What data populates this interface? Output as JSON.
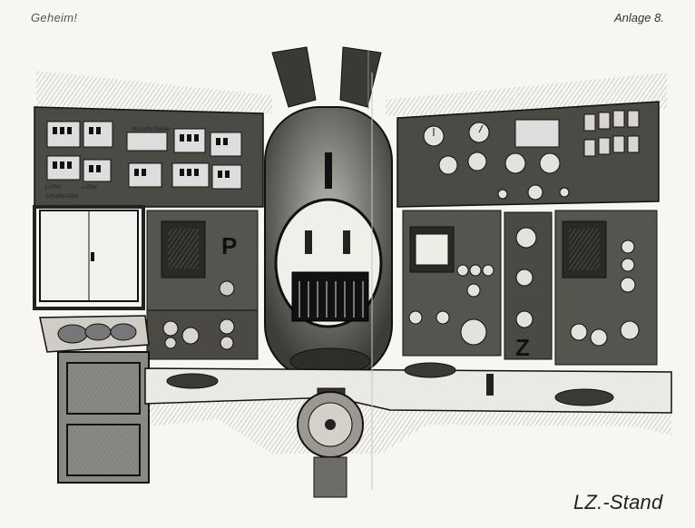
{
  "header": {
    "classification": "Geheim!",
    "annex": "Anlage 8."
  },
  "caption": "LZ.-Stand",
  "panel_labels": {
    "left_plate_1": "Hauptschalter",
    "left_plate_2": "Schaltplatte",
    "left_small_1": "Lüfter",
    "left_small_2": "Lüfter",
    "mid_letter": "P",
    "right_letter": "Z"
  },
  "icons": [
    "gauge-icon",
    "knob-icon",
    "screen-icon",
    "lever-icon"
  ]
}
